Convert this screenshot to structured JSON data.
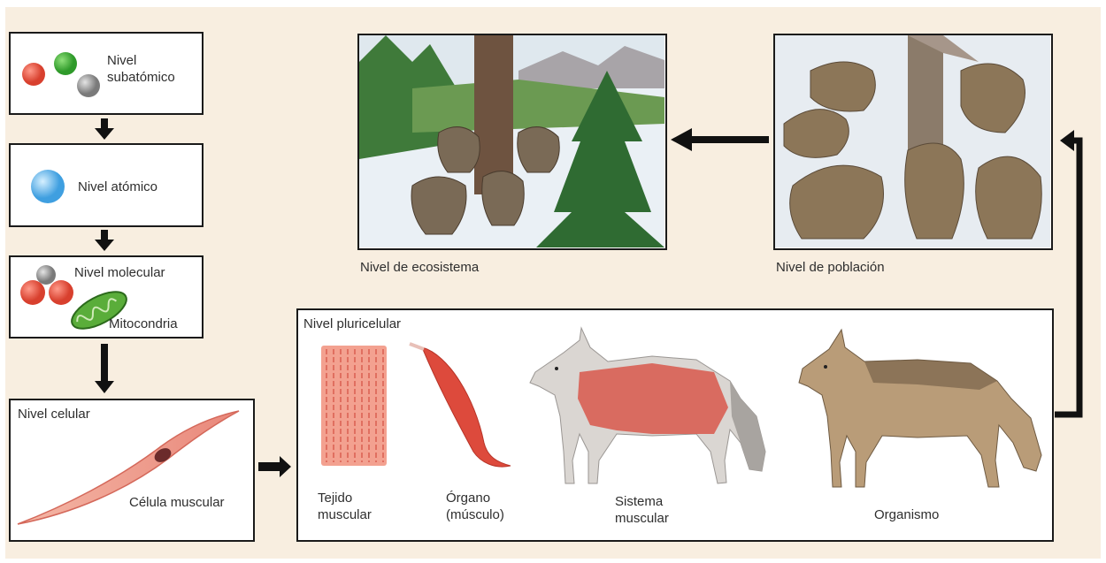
{
  "levels": {
    "subatomic": "Nivel\nsubatómico",
    "atomic": "Nivel atómico",
    "molecular": "Nivel molecular",
    "mitochondria": "Mitocondria",
    "cellular": "Nivel celular",
    "muscle_cell": "Célula muscular",
    "multicellular": "Nivel pluricelular",
    "tissue": "Tejido\nmuscular",
    "organ": "Órgano\n(músculo)",
    "system": "Sistema\nmuscular",
    "organism": "Organismo",
    "population": "Nivel de población",
    "ecosystem": "Nivel de ecosistema"
  },
  "colors": {
    "background": "#f8eee0",
    "border": "#1a1a1a",
    "muscle": "#e8736a",
    "mitochondria": "#4c9a2a",
    "wolf": "#8a7458",
    "snow": "#e6ecf2",
    "forest": "#2f6b32"
  },
  "icons": [
    "particle-red",
    "particle-green",
    "particle-gray",
    "atom-sphere",
    "molecule",
    "mitochondria",
    "muscle-cell",
    "muscle-tissue",
    "muscle-organ",
    "wolf-muscular-system",
    "wolf-organism",
    "wolf-pack-population",
    "forest-ecosystem"
  ]
}
